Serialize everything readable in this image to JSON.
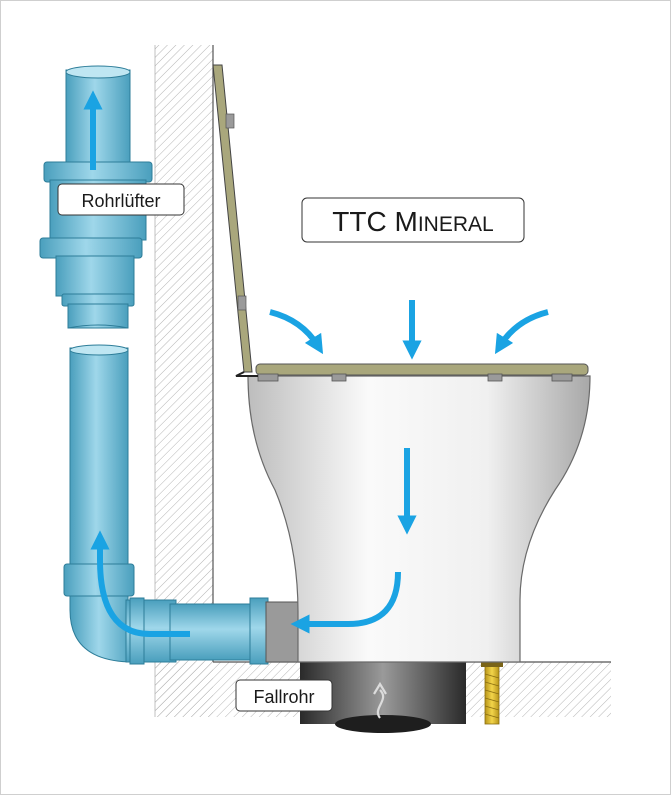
{
  "title": {
    "prefix": "TTC ",
    "cap": "M",
    "rest": "INERAL"
  },
  "labels": {
    "vent": "Rohrlüfter",
    "downpipe": "Fallrohr"
  },
  "colors": {
    "pipe": "#7fc8df",
    "pipe_dark": "#4a9fbd",
    "arrow": "#1aa3e3",
    "lid": "#a9a77c",
    "bowl": "#eeeeee",
    "hatch": "#b5b5b5",
    "bolt": "#e3c022"
  }
}
